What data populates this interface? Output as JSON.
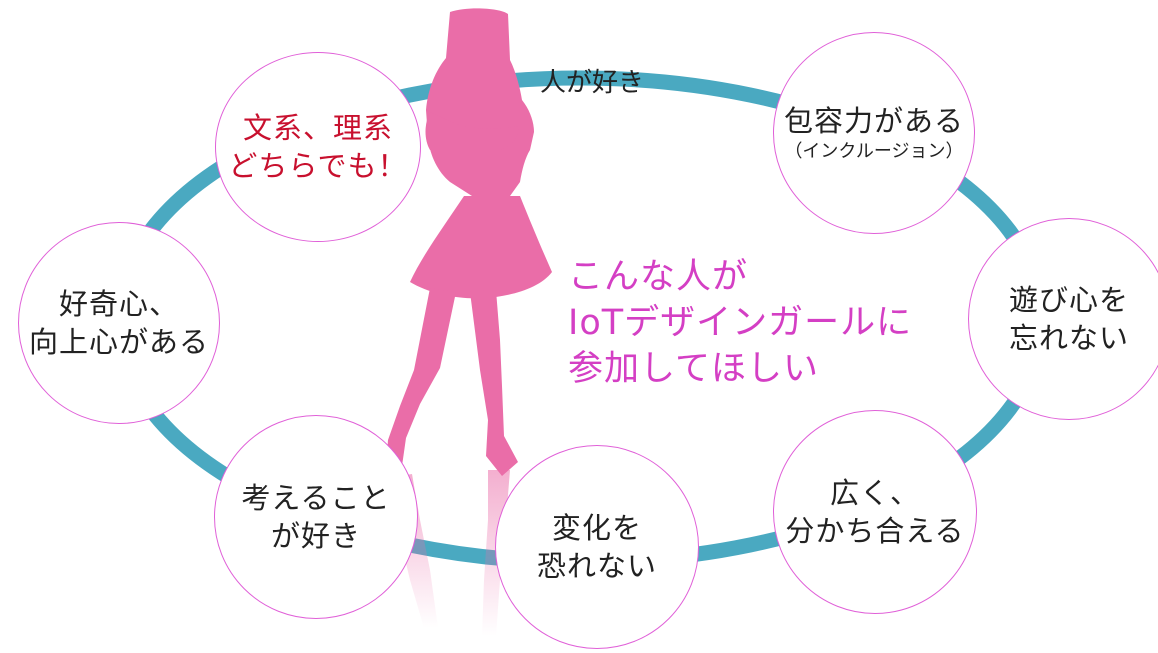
{
  "colors": {
    "ring": "#4aa9c1",
    "node_border": "#e060d8",
    "silhouette": "#ea6da8",
    "center_text": "#d43fc4",
    "red_text": "#c8102e",
    "dark_text": "#222222"
  },
  "ring_label": "人が好き",
  "center_message": {
    "line1": "こんな人が",
    "line2": "IoTデザインガールに",
    "line3": "参加してほしい"
  },
  "nodes": [
    {
      "id": "bunkei",
      "lines": [
        "文系、理系",
        "どちらでも！"
      ]
    },
    {
      "id": "hoyouryoku",
      "lines": [
        "包容力がある",
        "（インクルージョン）"
      ]
    },
    {
      "id": "koukishin",
      "lines": [
        "好奇心、",
        "向上心がある"
      ]
    },
    {
      "id": "asobigokoro",
      "lines": [
        "遊び心を",
        "忘れない"
      ]
    },
    {
      "id": "kangaeru",
      "lines": [
        "考えること",
        "が好き"
      ]
    },
    {
      "id": "henka",
      "lines": [
        "変化を",
        "恐れない"
      ]
    },
    {
      "id": "wakachiau",
      "lines": [
        "広く、",
        "分かち合える"
      ]
    }
  ]
}
